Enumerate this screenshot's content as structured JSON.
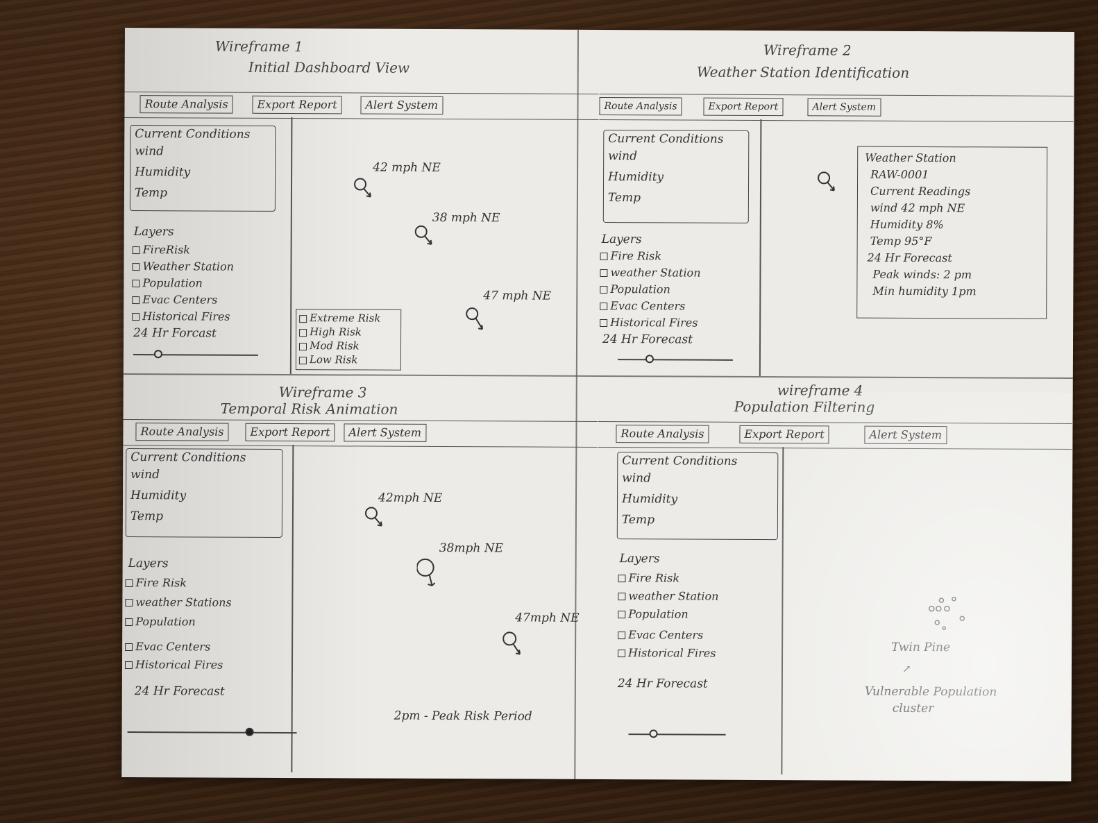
{
  "wf1": {
    "title": "Wireframe 1",
    "subtitle": "Initial Dashboard View",
    "toolbar": [
      "Route Analysis",
      "Export Report",
      "Alert System"
    ],
    "conditions": {
      "title": "Current Conditions",
      "items": [
        "wind",
        "Humidity",
        "Temp"
      ]
    },
    "layers_title": "Layers",
    "layers": [
      "FireRisk",
      "Weather Station",
      "Population",
      "Evac Centers",
      "Historical Fires"
    ],
    "forecast": "24 Hr Forcast",
    "slider_position": 0.2,
    "markers": [
      "42 mph NE",
      "38 mph NE",
      "47 mph NE"
    ],
    "legend": [
      "Extreme Risk",
      "High Risk",
      "Mod Risk",
      "Low Risk"
    ]
  },
  "wf2": {
    "title": "Wireframe 2",
    "subtitle": "Weather Station Identification",
    "toolbar": [
      "Route Analysis",
      "Export Report",
      "Alert System"
    ],
    "conditions": {
      "title": "Current Conditions",
      "items": [
        "wind",
        "Humidity",
        "Temp"
      ]
    },
    "layers_title": "Layers",
    "layers": [
      "Fire Risk",
      "weather Station",
      "Population",
      "Evac Centers",
      "Historical Fires"
    ],
    "forecast": "24 Hr Forecast",
    "slider_position": 0.25,
    "station_popup": {
      "title": "Weather Station",
      "id": "RAW-0001",
      "readings_title": "Current Readings",
      "wind": "wind 42 mph NE",
      "humidity": "Humidity 8%",
      "temp": "Temp 95°F",
      "forecast_title": "24 Hr Forecast",
      "peak": "Peak winds: 2 pm",
      "min_humidity": "Min humidity 1pm"
    }
  },
  "wf3": {
    "title": "Wireframe 3",
    "subtitle": "Temporal Risk Animation",
    "toolbar": [
      "Route Analysis",
      "Export Report",
      "Alert System"
    ],
    "conditions": {
      "title": "Current Conditions",
      "items": [
        "wind",
        "Humidity",
        "Temp"
      ]
    },
    "layers_title": "Layers",
    "layers": [
      "Fire Risk",
      "weather Stations",
      "Population",
      "Evac Centers",
      "Historical Fires"
    ],
    "forecast": "24 Hr Forecast",
    "slider_position": 0.72,
    "markers": [
      "42mph NE",
      "38mph NE",
      "47mph NE"
    ],
    "caption": "2pm - Peak Risk Period"
  },
  "wf4": {
    "title": "wireframe 4",
    "subtitle": "Population Filtering",
    "toolbar": [
      "Route Analysis",
      "Export Report",
      "Alert System"
    ],
    "conditions": {
      "title": "Current Conditions",
      "items": [
        "wind",
        "Humidity",
        "Temp"
      ]
    },
    "layers_title": "Layers",
    "layers": [
      "Fire Risk",
      "weather Station",
      "Population",
      "Evac Centers",
      "Historical Fires"
    ],
    "forecast": "24 Hr Forecast",
    "slider_position": 0.25,
    "town_label": "Twin Pine",
    "cluster_label_1": "Vulnerable Population",
    "cluster_label_2": "cluster"
  }
}
